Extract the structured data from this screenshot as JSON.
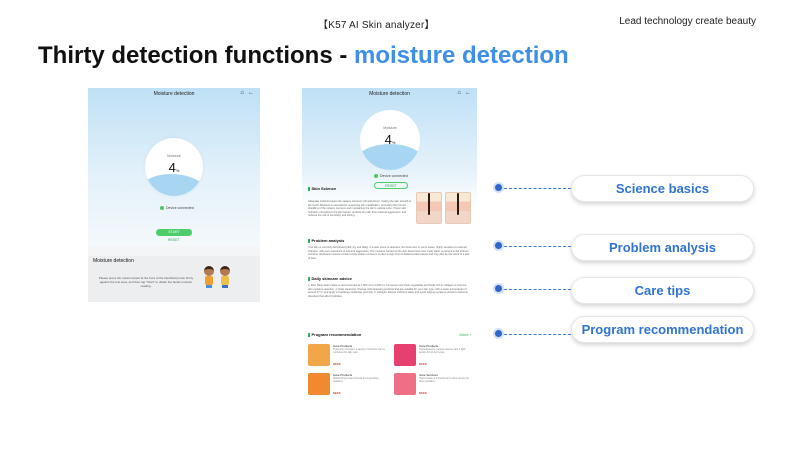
{
  "header": {
    "center": "【K57  AI  Skin analyzer】",
    "right": "Lead technology create beauty"
  },
  "title": {
    "main": "Thirty detection functions - ",
    "accent": "moisture detection"
  },
  "phone1": {
    "title": "Moisture detection",
    "icons": [
      "home-icon",
      "back-arrow-icon"
    ],
    "gauge_label": "Moisture",
    "gauge_value": "4",
    "gauge_unit": "%",
    "status": "Device connected",
    "start_button": "START",
    "reset_link": "RESET",
    "section_title": "Moisture detection",
    "description": "Please press the metal contact at the front of the handheld probe firmly against the test area, and then tap \"Start\" to obtain the facial moisture reading."
  },
  "phone2": {
    "title": "Moisture detection",
    "gauge_label": "Moisture",
    "gauge_value": "4",
    "gauge_unit": "%",
    "status": "Device connected",
    "reset_button": "RESET",
    "sections": [
      {
        "title": "Skin Science",
        "text": "Adequate moisture keeps the stratum corneum soft and plump, making the skin smooth to the touch. Moisture is essential for supporting skin metabolism, promoting the normal shedding of the stratum corneum and maintaining the skin's natural cycle. Proper skin hydration strengthens the skin barrier, protects the skin from external aggression, and reduces the risk of sensitivity and itching."
      },
      {
        "title": "Problem analysis",
        "text": "Your skin is currently dehydrated (dull, dry and flaky). It is also prone to tautness, fine lines and, in some cases, highly sensitive to external changes, with poor resistance to external aggressors. The moisture content of the skin determines how much water is present in the stratum corneum. Reduced moisture content of the stratum corneum is often a sign of an imbalanced skin barrier and may also be the result of a lack of care."
      },
      {
        "title": "Daily skincare advice",
        "text": "1. Diet: Daily water intake is recommended at 1,500 ml to 2,000 ml. Consume more fresh vegetables and foods rich in collagen to improve skin moisture retention. 2. Daily cleansing: Choose mild cleansing products that are suitable for your skin type, with a water temperature of around 37°C, and apply a hydrating moisturiser promptly. 3. Lifestyle: Ensure sufficient sleep and avoid staying up late to prevent endocrine disorders that affect hydration."
      },
      {
        "title": "Program recommendation",
        "text": ""
      }
    ],
    "more_link": "More ›",
    "cards": [
      {
        "title": "Care Products",
        "text": "Hyaluronic Complex: a variety of products can be combined for daily care.",
        "price": "$XXX",
        "color": "#f2a64a"
      },
      {
        "title": "Care Products",
        "text": "Hydra Essence, beauty essence with a light texture for all skin types.",
        "price": "$XXX",
        "color": "#e6406f"
      },
      {
        "title": "Care Products",
        "text": "Moisturizing Cream formula for long-lasting hydration.",
        "price": "$XXX",
        "color": "#ef8b2e"
      },
      {
        "title": "Care Services",
        "text": "Hydra Facial, a professional in-store service for deep hydration.",
        "price": "$XXX",
        "color": "#ee6f86"
      }
    ]
  },
  "labels": [
    {
      "text": "Science basics"
    },
    {
      "text": "Problem analysis"
    },
    {
      "text": "Care tips"
    },
    {
      "text": "Program recommendation"
    }
  ],
  "colors": {
    "accent": "#3d8fe8",
    "pill_text": "#2f74d0",
    "connector": "#2f66c8",
    "green": "#4dcc6a"
  }
}
